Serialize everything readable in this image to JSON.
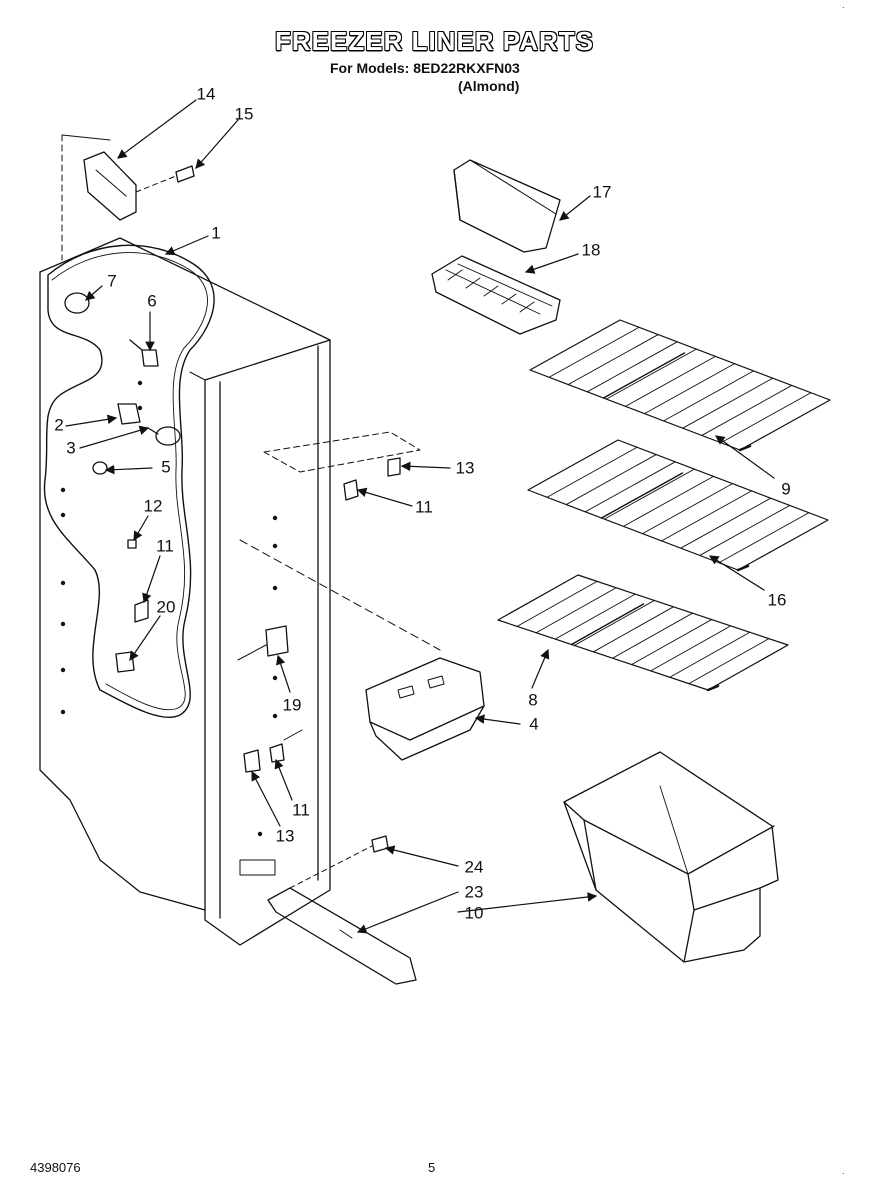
{
  "header": {
    "title": "FREEZER LINER PARTS",
    "models_label": "For Models: 8ED22RKXFN03",
    "color_label": "(Almond)"
  },
  "callouts": [
    "1",
    "2",
    "3",
    "4",
    "5",
    "6",
    "7",
    "8",
    "9",
    "10",
    "11",
    "11",
    "11",
    "12",
    "13",
    "13",
    "14",
    "15",
    "16",
    "17",
    "18",
    "19",
    "20",
    "23",
    "24"
  ],
  "footer": {
    "doc_number": "4398076",
    "page_number": "5"
  }
}
